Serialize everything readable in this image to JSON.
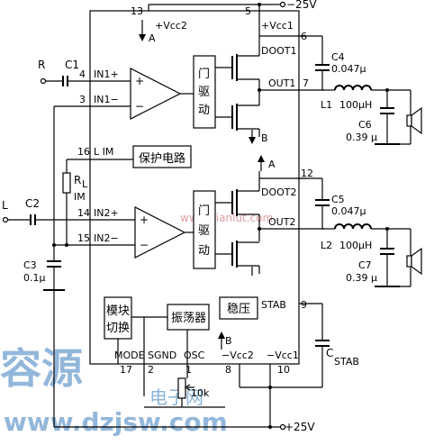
{
  "pins": {
    "p13": "13",
    "p5": "5",
    "p6": "6",
    "p4": "4",
    "p3": "3",
    "p7": "7",
    "p16": "16",
    "p12": "12",
    "p14": "14",
    "p15": "15",
    "p9": "9",
    "p17": "17",
    "p2": "2",
    "p1": "1",
    "p8": "8",
    "p10": "10"
  },
  "labels": {
    "minus25v": "−25V",
    "plus25v": "+25V",
    "vcc2_top": "+Vcc2",
    "vcc1_top": "+Vcc1",
    "doot1": "DOOT1",
    "doot2": "DOOT2",
    "out1": "OUT1",
    "out2": "OUT2",
    "in1p": "IN1+",
    "in1m": "IN1−",
    "in2p": "IN2+",
    "in2m": "IN2−",
    "lim": "L  IM",
    "stab": "STAB",
    "mode": "MODE",
    "sgnd": "SGND",
    "osc": "OSC",
    "vcc2_bot": "−Vcc2",
    "vcc1_bot": "−Vcc1",
    "node_a1": "A",
    "node_b1": "B",
    "node_a2": "A",
    "node_b2": "B",
    "R": "R",
    "L": "L"
  },
  "components": {
    "c1": "C1",
    "c2": "C2",
    "c3": "C3",
    "c3v": "0.1μ",
    "c4": "C4",
    "c4v": "0.047μ",
    "c5": "C5",
    "c5v": "0.047μ",
    "c6": "C6",
    "c6v": "0.39 μ",
    "c7": "C7",
    "c7v": "0.39 μ",
    "l1": "L1",
    "l1v": "100μH",
    "l2": "L2",
    "l2v": "100μH",
    "rl": "R",
    "rl_sub": "L",
    "rl_im": "IM",
    "cstab": "C",
    "cstab_sub": "STAB",
    "pot": "10k"
  },
  "blocks": {
    "drive1": "门驱动",
    "drive2": "门驱动",
    "protect": "保护电路",
    "mode_sw": "模块切换",
    "osc": "振荡器",
    "reg": "稳压"
  },
  "watermark": {
    "big": "容源",
    "small": "电子网",
    "url": "www.dzjsw.com",
    "center": "www.dianlut.com"
  }
}
